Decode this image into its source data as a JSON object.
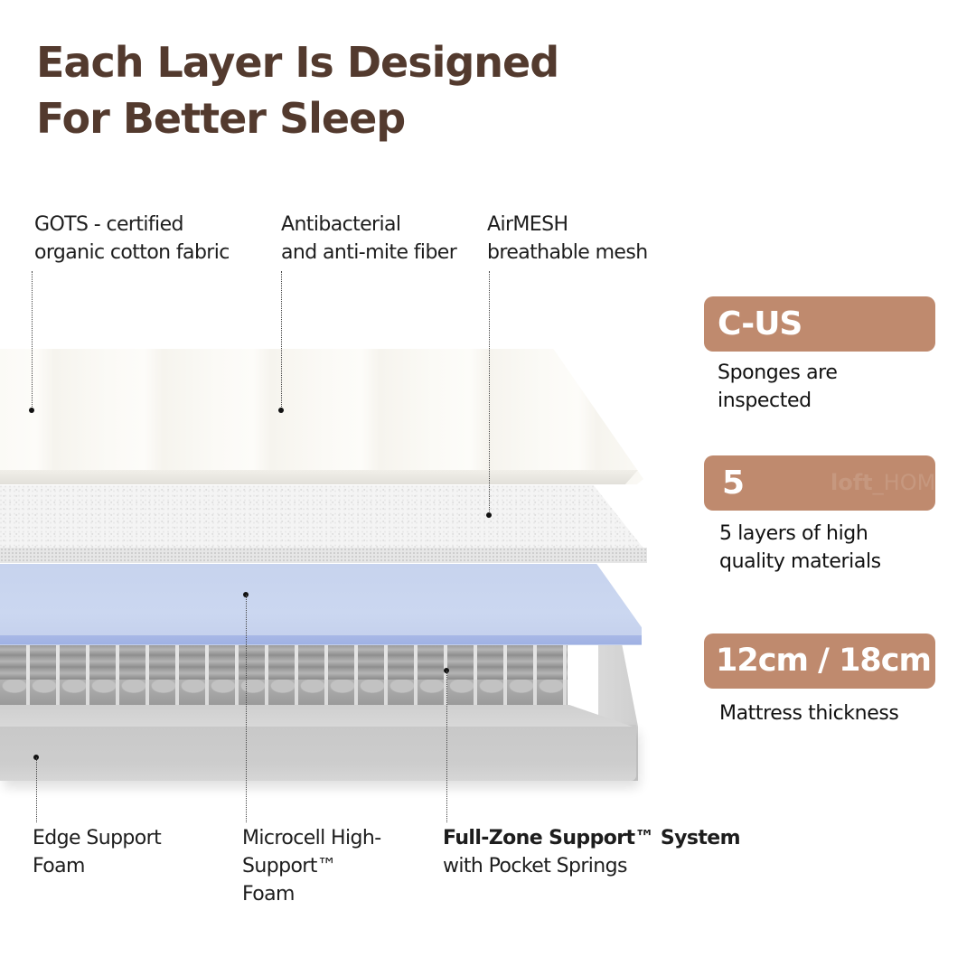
{
  "header": {
    "title_line1": "Each Layer Is Designed",
    "title_line2": "For Better Sleep"
  },
  "colors": {
    "title": "#533a2e",
    "badge_background": "#bf8a6e",
    "badge_text": "#ffffff",
    "comfort_foam_layer": "#c7d3ee"
  },
  "top_labels": [
    {
      "line1": "GOTS - certified",
      "line2": "organic cotton fabric"
    },
    {
      "line1": "Antibacterial",
      "line2": "and anti-mite fiber"
    },
    {
      "line1": "AirMESH",
      "line2": "breathable mesh"
    }
  ],
  "bottom_labels": [
    {
      "line1": "Edge Support",
      "line2": "Foam"
    },
    {
      "line1": "Microcell High-",
      "line2": "Support™",
      "line3": "Foam"
    },
    {
      "line1_bold": "Full-Zone Support™ System",
      "line2": "with Pocket Springs"
    }
  ],
  "badges": [
    {
      "value": "C-US",
      "desc_line1": "Sponges are",
      "desc_line2": "inspected"
    },
    {
      "value": "5",
      "desc_line1": "5 layers of high",
      "desc_line2": "quality materials",
      "watermark_bold": "loft",
      "watermark_thin": "_HOM"
    },
    {
      "value": "12cm / 18cm",
      "desc_line1": "Mattress thickness"
    }
  ]
}
